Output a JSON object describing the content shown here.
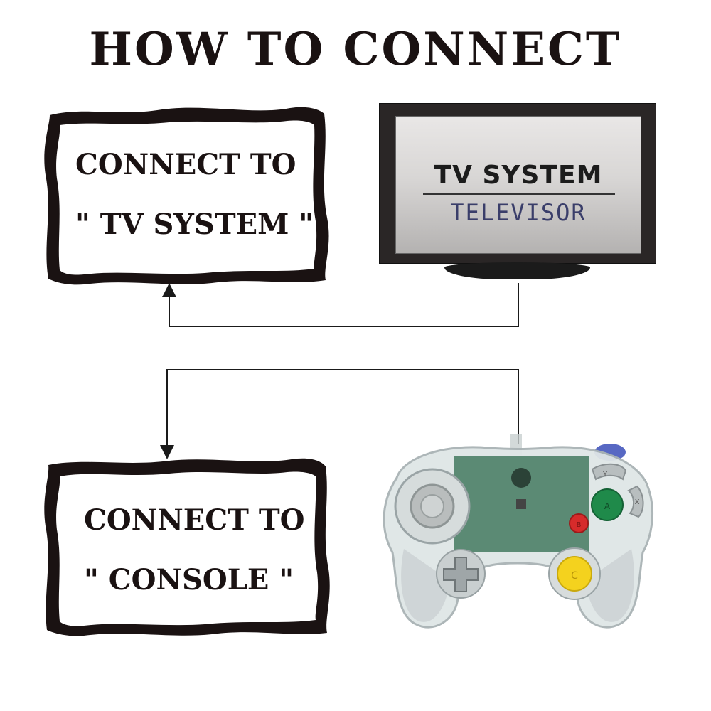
{
  "title": "HOW TO CONNECT",
  "tv_box": {
    "line1": "CONNECT TO",
    "line2": "\" TV  SYSTEM \""
  },
  "console_box": {
    "line1": "CONNECT TO",
    "line2": "\" CONSOLE \""
  },
  "tv": {
    "title": "TV SYSTEM",
    "subtitle": "TELEVISOR"
  },
  "controller": {
    "button_labels": [
      "A",
      "B",
      "C",
      "X",
      "Y"
    ],
    "colors": {
      "a_button": "#1f8a4a",
      "b_button": "#d62b2b",
      "c_button": "#f4d21e",
      "shell": "#dfe6e6",
      "board": "#2f6b4e",
      "grip": "#cdd3d5",
      "z_button": "#3a4db8"
    }
  },
  "colors": {
    "ink": "#1a1212",
    "tv_bezel": "#2a2626",
    "tv_subtitle": "#3a3e6a"
  }
}
